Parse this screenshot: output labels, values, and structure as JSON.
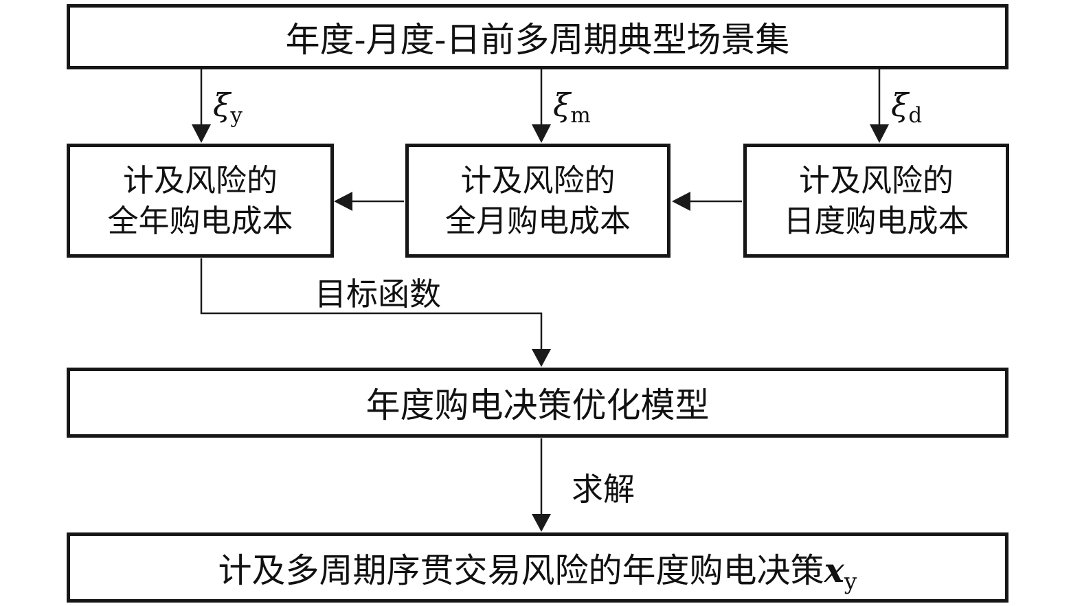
{
  "figure": {
    "scenario_box": {
      "label": "年度-月度-日前多周期典型场景集"
    },
    "xi_labels": [
      {
        "symbol": "ξ",
        "subscript": "y"
      },
      {
        "symbol": "ξ",
        "subscript": "m"
      },
      {
        "symbol": "ξ",
        "subscript": "d"
      }
    ],
    "cost_boxes": [
      {
        "line1": "计及风险的",
        "line2": "全年购电成本"
      },
      {
        "line1": "计及风险的",
        "line2": "全月购电成本"
      },
      {
        "line1": "计及风险的",
        "line2": "日度购电成本"
      }
    ],
    "objective_label": "目标函数",
    "model_box": {
      "label": "年度购电决策优化模型"
    },
    "solve_label": "求解",
    "result_box": {
      "prefix": "计及多周期序贯交易风险的年度购电决策",
      "variable": "x",
      "variable_subscript": "y"
    },
    "colors": {
      "line": "#1a1a1a",
      "border": "#161616",
      "text": "#111111",
      "background": "#ffffff"
    }
  }
}
